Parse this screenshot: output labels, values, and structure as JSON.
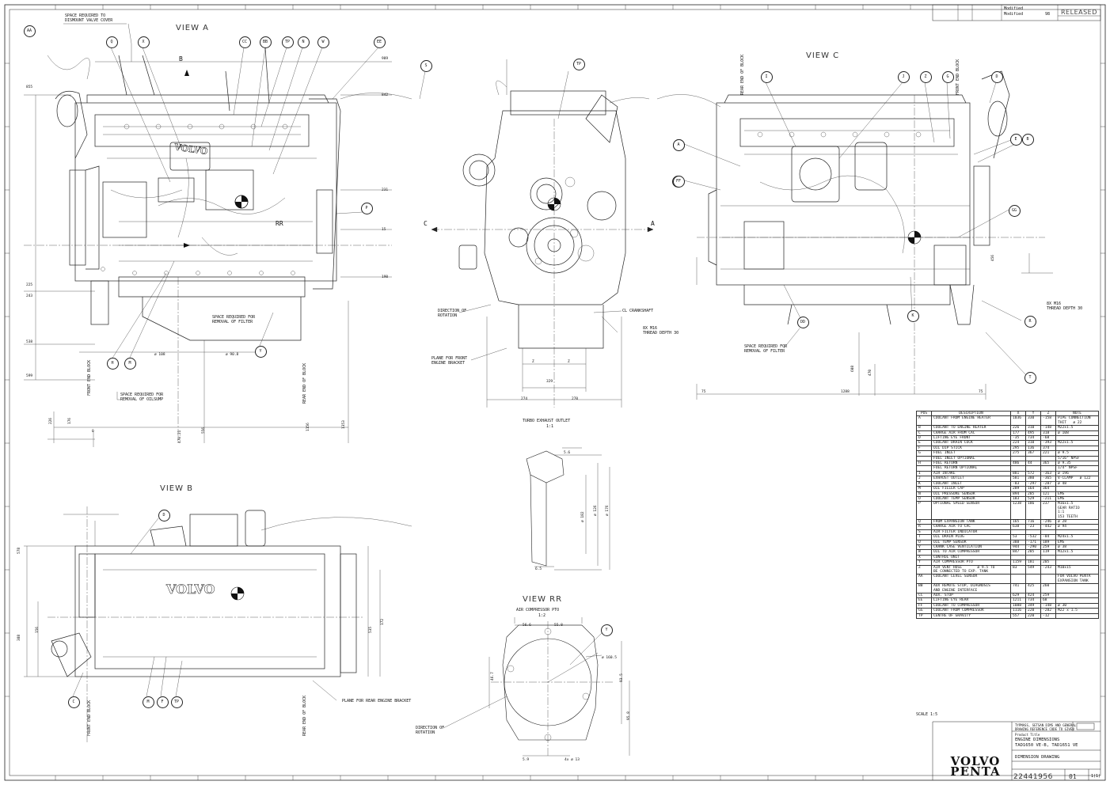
{
  "header": {
    "status": "RELEASED",
    "modified_1": "Modified",
    "modified_2": "Modified",
    "code": "98"
  },
  "views": {
    "view_a": "VIEW A",
    "view_b": "VIEW B",
    "view_c": "VIEW C",
    "view_rr": "VIEW RR",
    "turbo_outlet": "TURBO EXHAUST OUTLET",
    "turbo_outlet_scale": "1:1",
    "air_comp_pto": "AIR COMPRESSOR PTO",
    "air_comp_scale": "1:2",
    "scale": "SCALE 1:5"
  },
  "notes": {
    "space_valve_cover": "SPACE REQUIRED TO\nDISMOUNT VALVE COVER",
    "space_filter_a": "SPACE REQUIRED FOR\nREMOVAL OF FILTER",
    "space_oilsump": "SPACE REQUIRED FOR\nREMOVAL OF OILSUMP",
    "front_end_block": "FRONT END BLOCK",
    "rear_end_block": "REAR END OF BLOCK",
    "direction_rotation": "DIRECTION OF\nROTATION",
    "cl_crankshaft": "CL CRANKSHAFT",
    "thread_8x": "8X M16\nTHREAD DEPTH 30",
    "plane_front": "PLANE FOR FRONT\nENGINE BRACKET",
    "space_filter_c": "SPACE REQUIRED FOR\nREMOVAL OF FILTER",
    "plane_rear": "PLANE FOR REAR ENGINE BRACKET",
    "direction_rotation_rr": "DIRECTION OF\nROTATION"
  },
  "bubbles": {
    "view_a": [
      "AA",
      "Q",
      "X",
      "CC",
      "BB",
      "TP",
      "N",
      "W",
      "EE",
      "S",
      "B",
      "P",
      "H",
      "M",
      "Y"
    ],
    "view_rr_front": [
      "TP",
      "A",
      "C"
    ],
    "view_c": [
      "I",
      "J",
      "Z",
      "G",
      "D",
      "A",
      "FF",
      "E",
      "B",
      "GG",
      "R",
      "DD",
      "K",
      "T"
    ],
    "view_b": [
      "D",
      "C",
      "M",
      "F",
      "TP"
    ],
    "view_rr": [
      "Y"
    ]
  },
  "table": {
    "headers": [
      "POS",
      "DESCRIPTION",
      "X",
      "Y",
      "Z",
      "NOTE"
    ],
    "rows": [
      [
        "A",
        "COOLANT FROM ENGINE HEATER",
        "1036",
        "330",
        "-158",
        "PIPE CONNECTION\nTHIT   ø 22"
      ],
      [
        "B",
        "COOLANT TO ENGINE HEATER",
        "226",
        "310",
        "-148",
        "M22x1.5"
      ],
      [
        "C",
        "CHARGE AIR FROM CAC",
        "177",
        "495",
        "318",
        "ø 108"
      ],
      [
        "D",
        "LIFTING EYE FRONT",
        "-35",
        "734",
        "-68",
        ""
      ],
      [
        "E",
        "COOLANT DRAIN COCK",
        "224",
        "310",
        "-393",
        "M22x1.5"
      ],
      [
        "F",
        "OIL DIP STICK",
        "295",
        "136",
        "374",
        ""
      ],
      [
        "G",
        "FUEL INLET",
        "275",
        "367",
        "221",
        "ø 9.5"
      ],
      [
        "",
        "FUEL INLET OPTIONAL",
        "",
        "",
        "",
        "5/16\" NPSF"
      ],
      [
        "H",
        "FUEL RETURN",
        "486",
        "44",
        "365",
        "ø 9.35"
      ],
      [
        "",
        "FUEL RETURN OPTIONAL",
        "",
        "",
        "",
        "1/4\" NPSF"
      ],
      [
        "I",
        "AIR INTAKE",
        "881",
        "572",
        "-363",
        "ø 196"
      ],
      [
        "J",
        "EXHAUST OUTLET",
        "581",
        "380",
        "-365",
        "V-CLAMP   ø 122"
      ],
      [
        "K",
        "COOLANT INLET",
        "-83",
        "-297",
        "-287",
        "ø 48"
      ],
      [
        "M",
        "OIL FILLER CAP",
        "289",
        "164",
        "364",
        ""
      ],
      [
        "N",
        "OIL PRESSURE SENSOR",
        "894",
        "285",
        "121",
        "EMS"
      ],
      [
        "O",
        "COOLANT TEMP SENSOR",
        "183",
        "529",
        "-211",
        "EMS"
      ],
      [
        "P",
        "OPTIONAL SPEED SENSOR",
        "1238",
        "186",
        "237",
        "M16x1.5\nGEAR RATIO\n1:1\n153 TEETH"
      ],
      [
        "Q",
        "FROM EXPANSION TANK",
        "165",
        "716",
        "-246",
        "ø 28"
      ],
      [
        "R",
        "CHARGE AIR TO CAC",
        "638",
        "-23",
        "-442",
        "ø 94"
      ],
      [
        "S",
        "AIR FILTER INDICATOR",
        "",
        "",
        "",
        ""
      ],
      [
        "T",
        "OIL DRAIN PLUG",
        "53",
        "-532",
        "-84",
        "M24x1.5"
      ],
      [
        "U",
        "OIL TEMP SENSOR",
        "388",
        "-171",
        "189",
        "EMS"
      ],
      [
        "V",
        "CRANK CASE VENTILATION",
        "944",
        "-290",
        "259",
        "ø 38"
      ],
      [
        "W",
        "OIL TO AIR COMPRESSOR",
        "847",
        "285",
        "119",
        "M12x1.5"
      ],
      [
        "X",
        "CONTROL UNIT",
        "",
        "",
        "",
        ""
      ],
      [
        "Y",
        "AIR COMPRESSOR PTO",
        "1159",
        "181",
        "205",
        ""
      ],
      [
        "Z",
        "AIR VENT HOSE       ø 9.5 TO\nBE CONNECTED TO EXP. TANK",
        "83",
        "549",
        "-243",
        "M10x15"
      ],
      [
        "AA",
        "COOLANT LEVEL SENSOR",
        "",
        "",
        "",
        "FOR VOLVO PENTA\nEXPANSION TANK"
      ],
      [
        "BB",
        "AUX REMOTE STOP, DIAGNOSIS\nAND ENGINE INTERFACE",
        "741",
        "425",
        "260",
        ""
      ],
      [
        "CC",
        "AUX. STOP",
        "629",
        "424",
        "259",
        ""
      ],
      [
        "EE",
        "LIFTING EYE REAR",
        "1211",
        "734",
        "68",
        ""
      ],
      [
        "FF",
        "COOLANT TO COMPRESSOR",
        "1088",
        "349",
        "-148",
        "ø 30"
      ],
      [
        "GG",
        "COOLANT FROM COMPRESSOR",
        "1116",
        "220",
        "-282",
        "M22 x 1.5"
      ],
      [
        "TP",
        "CENTRE OF GRAVITY",
        "557",
        "220",
        "-12",
        ""
      ]
    ]
  },
  "title_block": {
    "note_small": "TYPMASS, SETSAN DIMS AND GENERAL\nDRAWING REFERENCE CODE TO GIVEN",
    "product_label": "Product Title",
    "product_1": "ENGINE DIMENSIONS",
    "product_2": "TAD1650 VE-B, TAD1651 VE",
    "doc_type": "DIMENSION DRAWING",
    "logo": "VOLVO\nPENTA",
    "drawing_no": "22441956",
    "rev": "01",
    "sheet": "1(1)"
  },
  "dimensions": {
    "a_top": [
      "989",
      "842",
      "231",
      "15",
      "190",
      "855",
      "225",
      "243",
      "538",
      "599"
    ],
    "a_bottom": [
      "226",
      "176",
      "0",
      "470.21",
      "1353",
      "556",
      "1156"
    ],
    "a_mid": [
      "ø 108",
      "ø 90.8"
    ],
    "front_bottom": [
      "329",
      "274",
      "270",
      "Z",
      "Z"
    ],
    "c_bottom": [
      "1288",
      "75",
      "75",
      "608",
      "470",
      "456"
    ],
    "b_side": [
      "578",
      "388",
      "156",
      "535",
      "172"
    ],
    "turbo": [
      "5.6",
      "ø 182",
      "ø 126",
      "ø 176",
      "6.5"
    ],
    "rr": [
      "56.6",
      "55.8",
      "ø 160.5",
      "46.7",
      "93.5",
      "95.8",
      "5.9",
      "4x ø 13"
    ]
  }
}
